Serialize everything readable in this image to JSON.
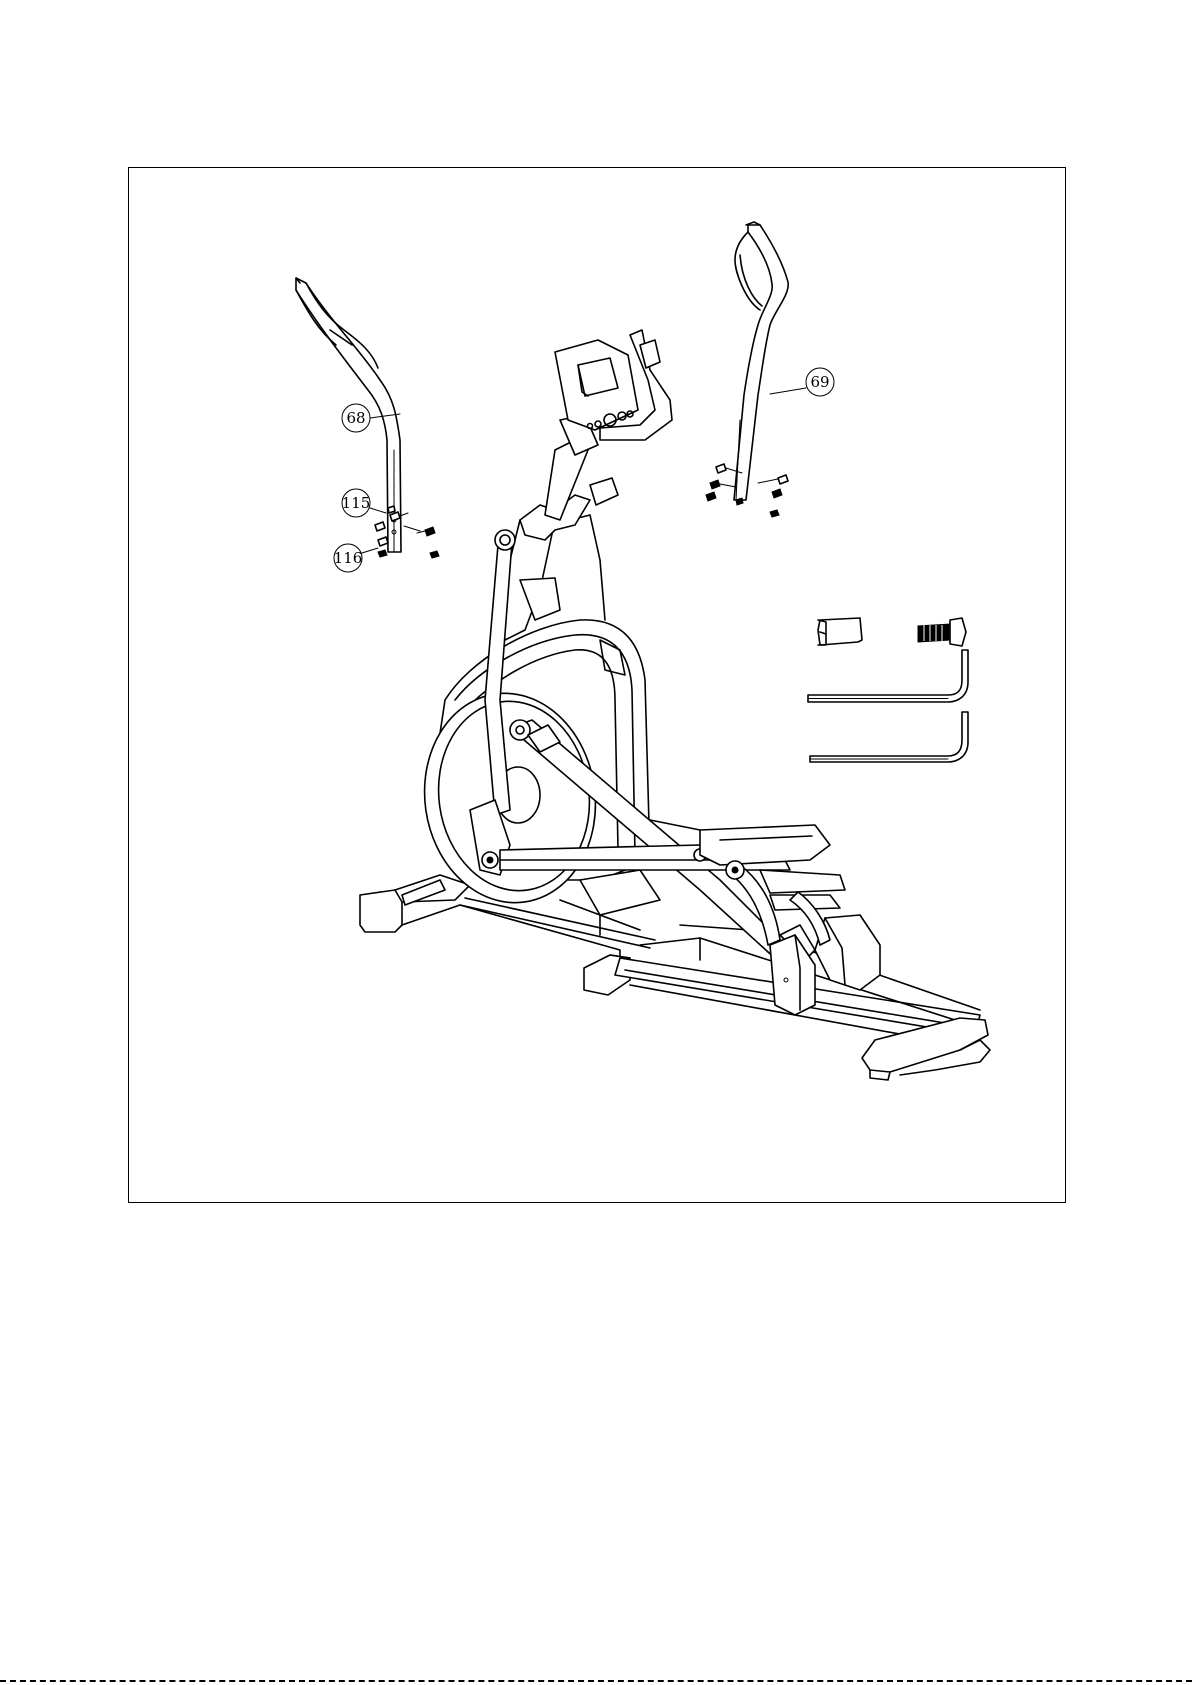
{
  "diagram": {
    "callouts": [
      {
        "id": "68",
        "label": "68"
      },
      {
        "id": "69",
        "label": "69"
      },
      {
        "id": "115",
        "label": "115"
      },
      {
        "id": "116",
        "label": "116"
      }
    ]
  }
}
